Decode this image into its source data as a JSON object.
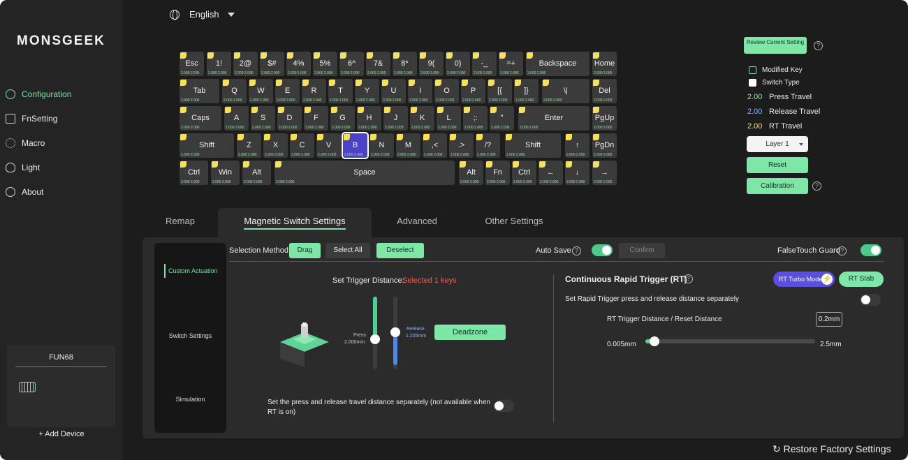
{
  "brand": "MONSGEEK",
  "language": "English",
  "sidebar": {
    "items": [
      {
        "label": "Configuration",
        "icon": "gear-icon"
      },
      {
        "label": "FnSetting",
        "icon": "fn-icon"
      },
      {
        "label": "Macro",
        "icon": "macro-icon"
      },
      {
        "label": "Light",
        "icon": "bulb-icon"
      },
      {
        "label": "About",
        "icon": "info-icon"
      }
    ],
    "device": "FUN68",
    "add_device": "+ Add Device"
  },
  "keyboard": {
    "rows": [
      [
        {
          "label": "Esc",
          "sub": "2.000 2.000"
        },
        {
          "label": "1!",
          "sub": "2.000 2.000"
        },
        {
          "label": "2@",
          "sub": "2.000 2.000"
        },
        {
          "label": "$#",
          "sub": "2.000 2.000"
        },
        {
          "label": "4%",
          "sub": "2.000 2.000"
        },
        {
          "label": "5%",
          "sub": "2.000 2.000"
        },
        {
          "label": "6^",
          "sub": "2.000 2.000"
        },
        {
          "label": "7&",
          "sub": "2.000 2.000"
        },
        {
          "label": "8*",
          "sub": "2.000 2.000"
        },
        {
          "label": "9(",
          "sub": "2.000 2.000"
        },
        {
          "label": "0)",
          "sub": "2.000 2.000"
        },
        {
          "label": "-_",
          "sub": "2.000 2.000"
        },
        {
          "label": "=+",
          "sub": "2.000 2.000"
        },
        {
          "label": "Backspace",
          "sub": "2.000 2.000"
        },
        {
          "label": "Home",
          "sub": "2.000 2.000"
        }
      ],
      [
        {
          "label": "Tab",
          "sub": "2.000 2.000"
        },
        {
          "label": "Q",
          "sub": "2.000 2.000"
        },
        {
          "label": "W",
          "sub": "2.000 2.000"
        },
        {
          "label": "E",
          "sub": "2.000 2.000"
        },
        {
          "label": "R",
          "sub": "2.000 2.000"
        },
        {
          "label": "T",
          "sub": "2.000 2.000"
        },
        {
          "label": "Y",
          "sub": "2.000 2.000"
        },
        {
          "label": "U",
          "sub": "2.000 2.000"
        },
        {
          "label": "I",
          "sub": "2.000 2.000"
        },
        {
          "label": "O",
          "sub": "2.000 2.000"
        },
        {
          "label": "P",
          "sub": "2.000 2.000"
        },
        {
          "label": "[{",
          "sub": "2.000 2.000"
        },
        {
          "label": "]}",
          "sub": "2.000 2.000"
        },
        {
          "label": "\\|",
          "sub": "2.000 2.000"
        },
        {
          "label": "Del",
          "sub": "2.000 2.000"
        }
      ],
      [
        {
          "label": "Caps",
          "sub": "2.000 2.000"
        },
        {
          "label": "A",
          "sub": "2.000 2.000"
        },
        {
          "label": "S",
          "sub": "2.000 2.000"
        },
        {
          "label": "D",
          "sub": "2.000 2.000"
        },
        {
          "label": "F",
          "sub": "2.000 2.000"
        },
        {
          "label": "G",
          "sub": "2.000 2.000"
        },
        {
          "label": "H",
          "sub": "2.000 2.000"
        },
        {
          "label": "J",
          "sub": "2.000 2.000"
        },
        {
          "label": "K",
          "sub": "2.000 2.000"
        },
        {
          "label": "L",
          "sub": "2.000 2.000"
        },
        {
          "label": ";:",
          "sub": "2.000 2.000"
        },
        {
          "label": "\"",
          "sub": "2.000 2.000"
        },
        {
          "label": "Enter",
          "sub": "2.000 2.000"
        },
        {
          "label": "PgUp",
          "sub": "2.000 2.000"
        }
      ],
      [
        {
          "label": "Shift",
          "sub": "2.000 2.000"
        },
        {
          "label": "Z",
          "sub": "2.000 2.000"
        },
        {
          "label": "X",
          "sub": "2.000 2.000"
        },
        {
          "label": "C",
          "sub": "2.000 2.000"
        },
        {
          "label": "V",
          "sub": "2.000 2.000"
        },
        {
          "label": "B",
          "sub": "2.000 2.000"
        },
        {
          "label": "N",
          "sub": "2.000 2.000"
        },
        {
          "label": "M",
          "sub": "2.000 2.000"
        },
        {
          "label": ",<",
          "sub": "2.000 2.000"
        },
        {
          "label": ".>",
          "sub": "2.000 2.000"
        },
        {
          "label": "/?",
          "sub": "2.000 2.000"
        },
        {
          "label": "Shift",
          "sub": "2.000 2.000"
        },
        {
          "label": "↑",
          "sub": "2.000 2.000"
        },
        {
          "label": "PgDn",
          "sub": "2.000 2.000"
        }
      ],
      [
        {
          "label": "Ctrl",
          "sub": "2.000 2.000"
        },
        {
          "label": "Win",
          "sub": "2.000 2.000"
        },
        {
          "label": "Alt",
          "sub": "2.000 2.000"
        },
        {
          "label": "Space",
          "sub": "2.000 2.000"
        },
        {
          "label": "Alt",
          "sub": "2.000 2.000"
        },
        {
          "label": "Fn",
          "sub": "2.000 2.000"
        },
        {
          "label": "Ctrl",
          "sub": "2.000 2.000"
        },
        {
          "label": "←",
          "sub": "2.000 2.000"
        },
        {
          "label": "↓",
          "sub": "2.000 2.000"
        },
        {
          "label": "→",
          "sub": "2.000 2.000"
        }
      ]
    ],
    "selected_key": "B"
  },
  "right_panel": {
    "review_btn": "Review Current Setting",
    "modified_key": "Modified Key",
    "switch_type": "Switch Type",
    "press_travel_val": "2.00",
    "press_travel": "Press Travel",
    "release_travel_val": "2.00",
    "release_travel": "Release Travel",
    "rt_travel_val": "2.00",
    "rt_travel": "RT Travel",
    "layer": "Layer 1",
    "reset": "Reset",
    "calibration": "Calibration",
    "colors": {
      "press": "#9de3a8",
      "release": "#8ab4ff",
      "rt": "#f3e27b"
    }
  },
  "tabs": [
    "Remap",
    "Magnetic Switch Settings",
    "Advanced",
    "Other Settings"
  ],
  "active_tab": "Magnetic Switch Settings",
  "panel": {
    "subnav": [
      "Custom Actuation",
      "Switch Settings",
      "Simulation"
    ],
    "selection_method": "Selection Method",
    "drag": "Drag",
    "select_all": "Select All",
    "deselect": "Deselect",
    "auto_save": "Auto Save",
    "auto_save_on": true,
    "confirm": "Confirm",
    "false_touch": "FalseTouch Guard",
    "false_touch_on": true,
    "set_trigger": "Set Trigger Distance:",
    "selected_count": "Selected 1 keys",
    "press_label": "Press",
    "press_value": "2.000mm",
    "release_label": "Release",
    "release_value": "1.205mm",
    "deadzone": "Deadzone",
    "separate_note": "Set the press and release travel distance separately (not available when RT is on)",
    "rt_title": "Continuous Rapid Trigger (RT)",
    "rt_turbo": "RT Turbo Mode",
    "rt_stab": "RT Stab",
    "rt_separate": "Set Rapid Trigger press and release distance separately",
    "rt_distance": "RT Trigger Distance / Reset Distance",
    "rt_value": "0.2mm",
    "rt_min": "0.005mm",
    "rt_max": "2.5mm"
  },
  "restore": "Restore Factory Settings"
}
